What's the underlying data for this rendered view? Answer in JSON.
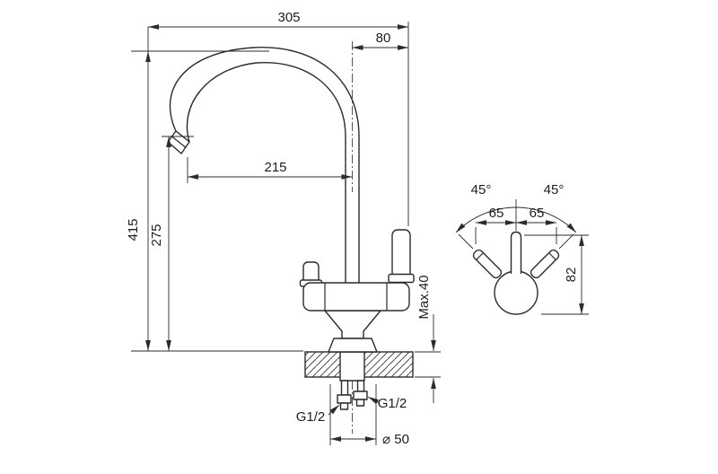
{
  "drawing": {
    "background": "#ffffff",
    "line_color": "#2b2b2b"
  },
  "side_view": {
    "dim_total_width": "305",
    "dim_back_offset": "80",
    "dim_spout_reach": "215",
    "dim_total_height": "415",
    "dim_spout_height": "275",
    "dim_max_mount": "Max.40",
    "thread_left": "G1/2",
    "thread_right": "G1/2",
    "dim_hole_diameter": "⌀ 50"
  },
  "front_view": {
    "angle_left": "45°",
    "angle_right": "45°",
    "dim_left_65": "65",
    "dim_right_65": "65",
    "dim_height_82": "82"
  }
}
